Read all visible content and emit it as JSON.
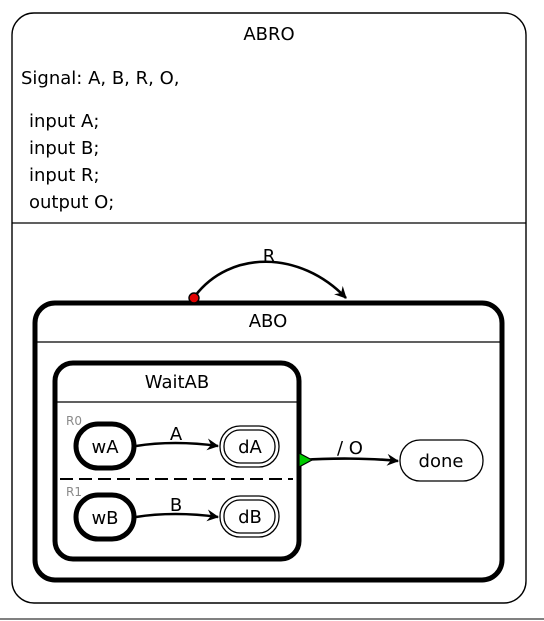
{
  "root": {
    "title": "ABRO",
    "signal_line": "Signal: A, B, R, O,",
    "declarations": [
      "input A;",
      "input B;",
      "input R;",
      "output O;"
    ]
  },
  "abo": {
    "title": "ABO",
    "reset_label": "R",
    "waitab": {
      "title": "WaitAB",
      "regions": [
        {
          "label": "R0",
          "from": "wA",
          "to": "dA",
          "trigger": "A"
        },
        {
          "label": "R1",
          "from": "wB",
          "to": "dB",
          "trigger": "B"
        }
      ]
    },
    "done_transition": "/ O",
    "done_state": "done"
  },
  "colors": {
    "initial_marker": "#e00000",
    "termination_marker": "#00cc00"
  }
}
